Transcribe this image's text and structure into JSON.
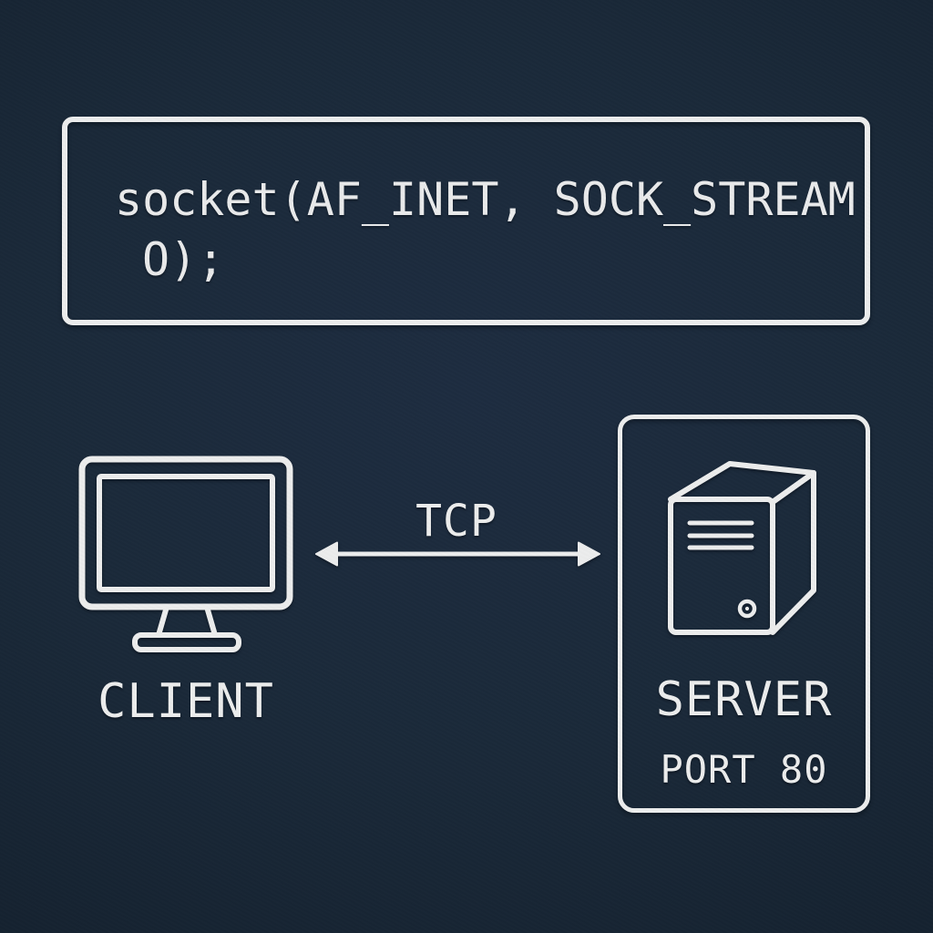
{
  "diagram": {
    "title_semantic": "tcp-client-server-socket-diagram",
    "colors": {
      "background": "#1a2939",
      "stroke": "#eceded",
      "text": "#eceded"
    },
    "code_box": {
      "line1": "socket(AF_INET, SOCK_STREAM",
      "line2": "O);"
    },
    "client": {
      "label": "CLIENT",
      "icon": "monitor-icon"
    },
    "connection": {
      "label": "TCP",
      "icon": "double-headed-arrow-icon",
      "direction": "bidirectional"
    },
    "server": {
      "label": "SERVER",
      "port_label": "PORT 80",
      "icon": "server-tower-icon"
    }
  }
}
